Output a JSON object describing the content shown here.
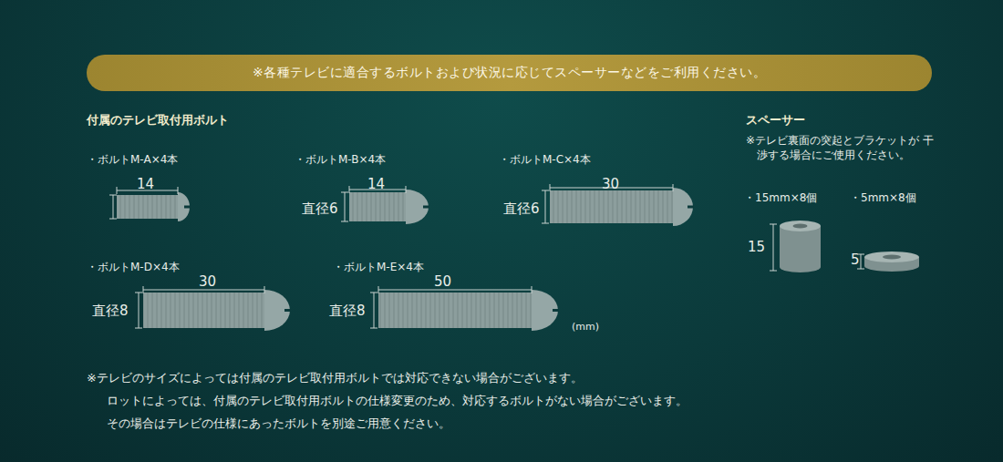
{
  "diagram": {
    "nodes": [
      {
        "text": [
          "※各種テレビに適合するボルトおよび状況に応じてスペーサーなどをご利用ください。"
        ]
      }
    ],
    "labels": [
      "付属のテレビ取付用ボルト",
      "・ボルトM-A×4本",
      "14",
      "・ボルトM-B×4本",
      "14",
      "直径6",
      "・ボルトM-C×4本",
      "30",
      "直径6",
      "スペーサー",
      "※テレビ裏面の突起とブラケットが 干渉する場合にご使用ください。",
      "・15mm×8個",
      "・5mm×8個",
      "15",
      "5",
      "・ボルトM-D×4本",
      "30",
      "直径8",
      "・ボルトM-E×4本",
      "50",
      "直径8",
      "(mm)",
      "※テレビのサイズによっては付属のテレビ取付用ボルトでは対応できない場合がございます。",
      "ロットによっては、付属のテレビ取付用ボルトの仕様変更のため、対応するボルトがない場合がございます。",
      "その場合はテレビの仕様にあったボルトを別途ご用意ください。"
    ]
  }
}
